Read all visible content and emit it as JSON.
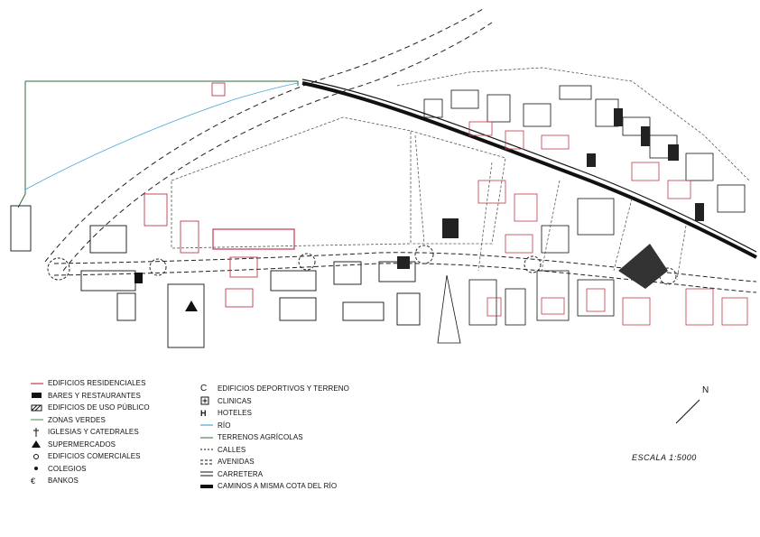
{
  "legend": {
    "col1": [
      {
        "key": "residential",
        "label": "EDIFICIOS RESIDENCIALES",
        "color": "#c0394b"
      },
      {
        "key": "bars",
        "label": "BARES Y RESTAURANTES",
        "color": "#111111"
      },
      {
        "key": "public",
        "label": "EDIFICIOS DE USO PÚBLICO",
        "color": "#111111"
      },
      {
        "key": "green",
        "label": "ZONAS VERDES",
        "color": "#3c8a4a"
      },
      {
        "key": "churches",
        "label": "IGLESIAS Y CATEDRALES",
        "color": "#111111"
      },
      {
        "key": "supermarkets",
        "label": "SUPERMERCADOS",
        "color": "#111111"
      },
      {
        "key": "commercial",
        "label": "EDIFICIOS COMERCIALES",
        "color": "#111111"
      },
      {
        "key": "schools",
        "label": "COLEGIOS",
        "color": "#111111"
      },
      {
        "key": "banks",
        "label": "BANKOS",
        "color": "#111111"
      }
    ],
    "col2": [
      {
        "key": "sports",
        "label": "EDIFICIOS DEPORTIVOS Y TERRENO",
        "color": "#111111"
      },
      {
        "key": "clinics",
        "label": "CLINICAS",
        "color": "#111111"
      },
      {
        "key": "hotels",
        "label": "HOTELES",
        "color": "#111111"
      },
      {
        "key": "river",
        "label": "RÍO",
        "color": "#4aa6d8"
      },
      {
        "key": "farmland",
        "label": "TERRENOS AGRÍCOLAS",
        "color": "#2f6b3a"
      },
      {
        "key": "streets",
        "label": "CALLES",
        "color": "#111111"
      },
      {
        "key": "avenues",
        "label": "AVENIDAS",
        "color": "#111111"
      },
      {
        "key": "road",
        "label": "CARRETERA",
        "color": "#111111"
      },
      {
        "key": "paths",
        "label": "CAMINOS A MISMA COTA DEL RÍO",
        "color": "#111111"
      }
    ]
  },
  "scale": "ESCALA 1:5000",
  "north": "N"
}
